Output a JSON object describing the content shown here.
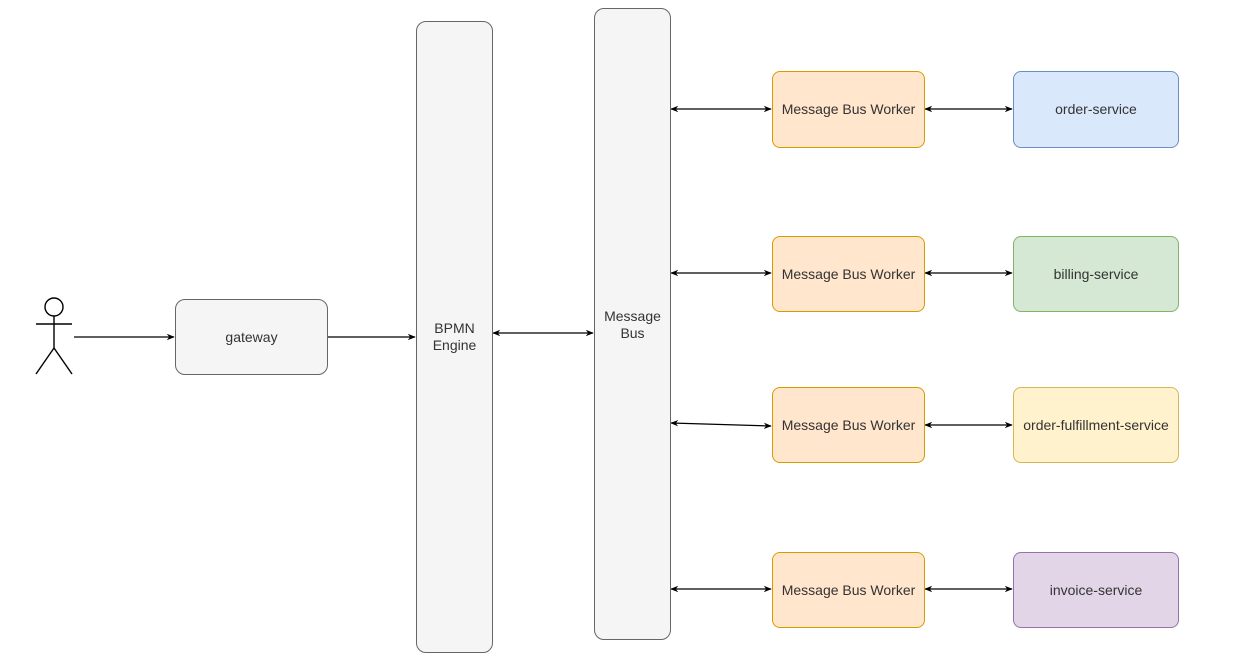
{
  "diagram": {
    "actor": {
      "label": ""
    },
    "gateway": {
      "label": "gateway"
    },
    "bpmn_engine": {
      "label": "BPMN\nEngine"
    },
    "message_bus": {
      "label": "Message\nBus"
    },
    "workers": [
      {
        "label": "Message Bus Worker"
      },
      {
        "label": "Message Bus Worker"
      },
      {
        "label": "Message Bus Worker"
      },
      {
        "label": "Message Bus Worker"
      }
    ],
    "services": [
      {
        "label": "order-service",
        "fill": "#dae8fc",
        "stroke": "#6c8ebf"
      },
      {
        "label": "billing-service",
        "fill": "#d5e8d4",
        "stroke": "#82b366"
      },
      {
        "label": "order-fulfillment-service",
        "fill": "#fff2cc",
        "stroke": "#d6b656"
      },
      {
        "label": "invoice-service",
        "fill": "#e1d5e7",
        "stroke": "#9673a6"
      }
    ],
    "edges": [
      {
        "from": "actor",
        "to": "gateway",
        "bidirectional": false
      },
      {
        "from": "gateway",
        "to": "bpmn_engine",
        "bidirectional": false
      },
      {
        "from": "bpmn_engine",
        "to": "message_bus",
        "bidirectional": true
      },
      {
        "from": "message_bus",
        "to": "workers.0",
        "bidirectional": true
      },
      {
        "from": "message_bus",
        "to": "workers.1",
        "bidirectional": true
      },
      {
        "from": "message_bus",
        "to": "workers.2",
        "bidirectional": true
      },
      {
        "from": "message_bus",
        "to": "workers.3",
        "bidirectional": true
      },
      {
        "from": "workers.0",
        "to": "services.0",
        "bidirectional": true
      },
      {
        "from": "workers.1",
        "to": "services.1",
        "bidirectional": true
      },
      {
        "from": "workers.2",
        "to": "services.2",
        "bidirectional": true
      },
      {
        "from": "workers.3",
        "to": "services.3",
        "bidirectional": true
      }
    ]
  }
}
